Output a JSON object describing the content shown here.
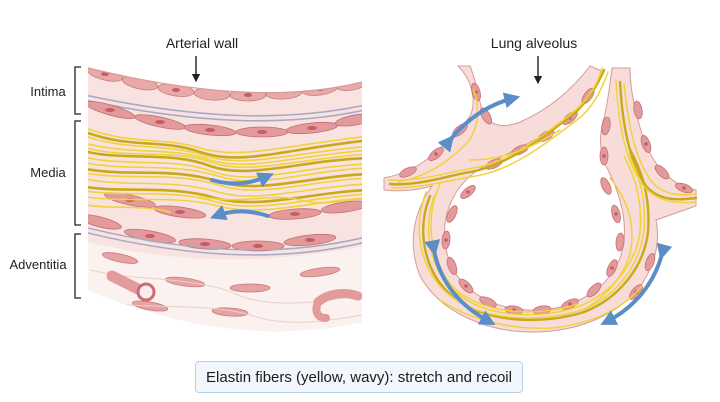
{
  "titles": {
    "left": "Arterial wall",
    "right": "Lung alveolus"
  },
  "layers": {
    "intima": "Intima",
    "media": "Media",
    "adventitia": "Adventitia"
  },
  "caption": "Elastin fibers (yellow, wavy): stretch and recoil",
  "colors": {
    "elastin": "#f0d23c",
    "elastin_dark": "#c9a919",
    "cell": "#e49c9c",
    "cell_nucleus": "#c95f68",
    "tissue": "#f7dcda",
    "arrow": "#5b8ec7"
  }
}
